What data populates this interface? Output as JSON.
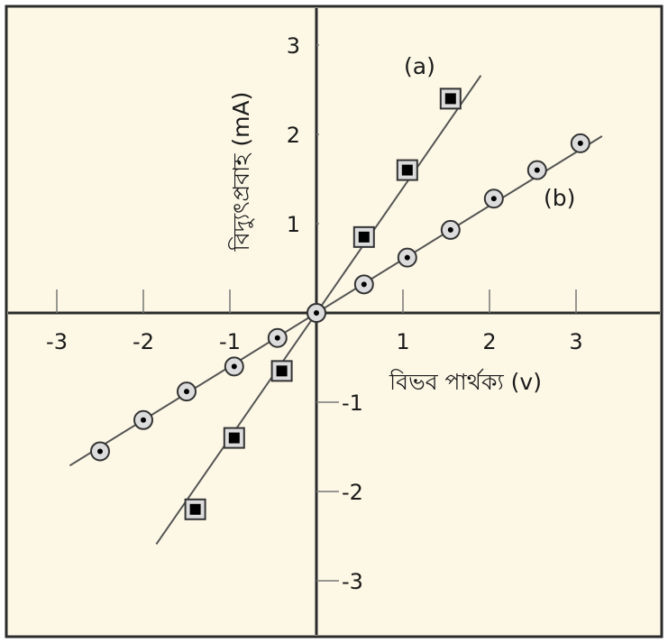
{
  "colors": {
    "background": "#fdf8e6",
    "frame": "#2b2b2b",
    "axis": "#2b2b2b",
    "series_line": "#555555",
    "marker_edge": "#333333",
    "marker_fill": "#dcdcdc",
    "marker_center": "#000000"
  },
  "chart_data": {
    "type": "line",
    "title": "",
    "xlabel": "বিভব পার্থক্য (v)",
    "ylabel": "বিদ্যুৎপ্রবাহ (mA)",
    "xlim": [
      -3.5,
      3.7
    ],
    "ylim": [
      -3.5,
      3.3
    ],
    "grid": false,
    "x_ticks": [
      {
        "value": -3,
        "label": "-3"
      },
      {
        "value": -2,
        "label": "-2"
      },
      {
        "value": -1,
        "label": "-1"
      },
      {
        "value": 1,
        "label": "1"
      },
      {
        "value": 2,
        "label": "2"
      },
      {
        "value": 3,
        "label": "3"
      }
    ],
    "y_ticks": [
      {
        "value": 3,
        "label": "3"
      },
      {
        "value": 2,
        "label": "2"
      },
      {
        "value": 1,
        "label": "1"
      },
      {
        "value": -1,
        "label": "-1"
      },
      {
        "value": -2,
        "label": "-2"
      },
      {
        "value": -3,
        "label": "-3"
      }
    ],
    "series": [
      {
        "name": "(a)",
        "marker": "square",
        "line_range": [
          -1.85,
          1.9
        ],
        "slope": 1.4,
        "x": [
          -1.4,
          -0.95,
          -0.4,
          0.0,
          0.55,
          1.05,
          1.55
        ],
        "y": [
          -2.2,
          -1.4,
          -0.65,
          0.0,
          0.85,
          1.6,
          2.4
        ]
      },
      {
        "name": "(b)",
        "marker": "circle",
        "line_range": [
          -2.85,
          3.3
        ],
        "slope": 0.6,
        "x": [
          -2.5,
          -2.0,
          -1.5,
          -0.95,
          -0.45,
          0.0,
          0.55,
          1.05,
          1.55,
          2.05,
          2.55,
          3.05
        ],
        "y": [
          -1.55,
          -1.2,
          -0.88,
          -0.6,
          -0.28,
          0.0,
          0.32,
          0.62,
          0.93,
          1.28,
          1.6,
          1.9
        ]
      }
    ]
  }
}
